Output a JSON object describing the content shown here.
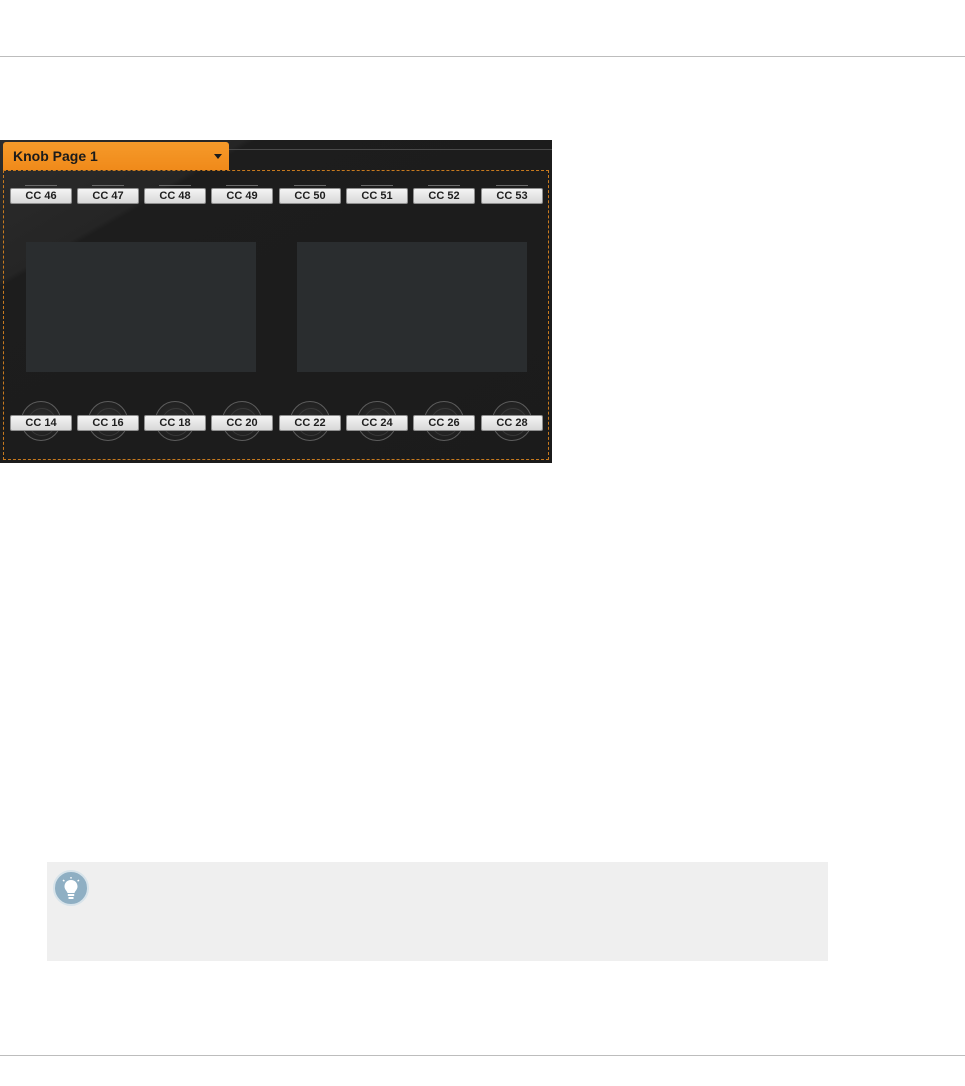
{
  "knob_page": {
    "selector_label": "Knob Page 1"
  },
  "top_row": [
    {
      "label": "CC 46"
    },
    {
      "label": "CC 47"
    },
    {
      "label": "CC 48"
    },
    {
      "label": "CC 49"
    },
    {
      "label": "CC 50"
    },
    {
      "label": "CC 51"
    },
    {
      "label": "CC 52"
    },
    {
      "label": "CC 53"
    }
  ],
  "bottom_row": [
    {
      "label": "CC 14"
    },
    {
      "label": "CC 16"
    },
    {
      "label": "CC 18"
    },
    {
      "label": "CC 20"
    },
    {
      "label": "CC 22"
    },
    {
      "label": "CC 24"
    },
    {
      "label": "CC 26"
    },
    {
      "label": "CC 28"
    }
  ],
  "colors": {
    "accent": "#f59a2a",
    "panel": "#1b1b1b",
    "display": "#2a2d2f",
    "tip_background": "#efefef",
    "tip_icon": "#8fafc3"
  },
  "icons": {
    "page_selector": "chevron-down-icon",
    "tip": "lightbulb-icon"
  }
}
